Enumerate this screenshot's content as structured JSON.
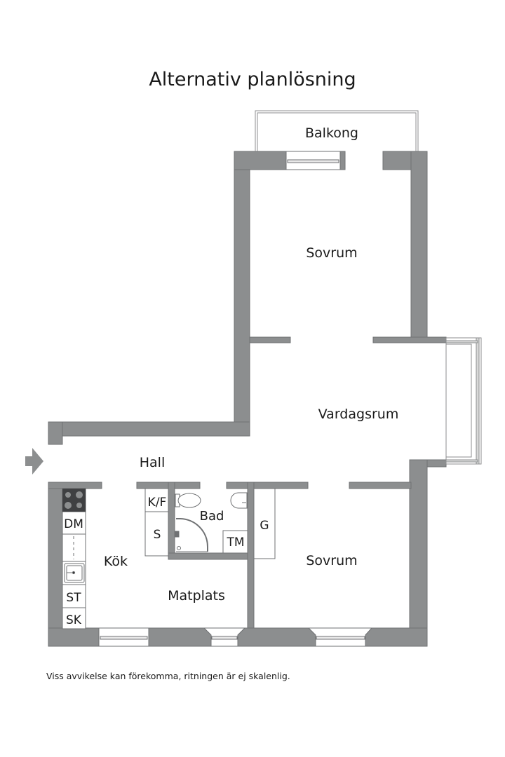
{
  "title": "Alternativ planlösning",
  "rooms": {
    "balkong": "Balkong",
    "sovrum_top": "Sovrum",
    "vardagsrum": "Vardagsrum",
    "hall": "Hall",
    "kok": "Kök",
    "matplats": "Matplats",
    "bad": "Bad",
    "sovrum_bottom": "Sovrum"
  },
  "fixtures": {
    "kf": "K/F",
    "s": "S",
    "tm": "TM",
    "g": "G",
    "dm": "DM",
    "st": "ST",
    "sk": "SK"
  },
  "icons": {
    "entrance": "entrance-arrow-icon",
    "stove": "stove-icon",
    "sink": "kitchen-sink-icon",
    "toilet": "toilet-icon",
    "washbasin": "washbasin-icon",
    "shower": "shower-icon"
  },
  "colors": {
    "wall": "#8c8e8f",
    "wall_stroke": "#6f7173",
    "stove": "#3f4042",
    "window": "#ffffff"
  },
  "footnote": "Viss avvikelse kan förekomma, ritningen är ej skalenlig."
}
